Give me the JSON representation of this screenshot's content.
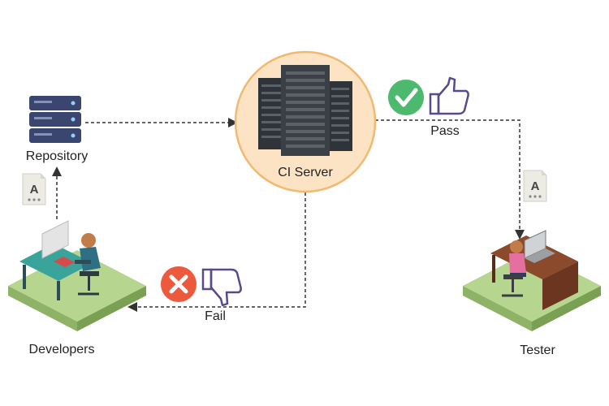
{
  "nodes": {
    "repository": "Repository",
    "ci_server": "CI Server",
    "developers": "Developers",
    "tester": "Tester"
  },
  "edges": {
    "pass": "Pass",
    "fail": "Fail"
  },
  "artifact_letter": "A",
  "icons": {
    "repository": "database-server-icon",
    "ci_server": "server-rack-icon",
    "pass_check": "check-circle-icon",
    "pass_thumb": "thumbs-up-icon",
    "fail_cross": "x-circle-icon",
    "fail_thumb": "thumbs-down-icon",
    "artifact": "artifact-file-icon",
    "developer": "developer-at-desk-icon",
    "tester": "tester-at-desk-icon"
  },
  "colors": {
    "ci_circle_fill": "#fbe3c4",
    "ci_circle_stroke": "#f2b970",
    "pass_green": "#4cb96e",
    "fail_red": "#ec5a3e",
    "thumb_purple": "#5b4a8b",
    "platform_green": "#b6d68f",
    "repo_navy": "#3a4670",
    "server_dark": "#2f3438"
  }
}
